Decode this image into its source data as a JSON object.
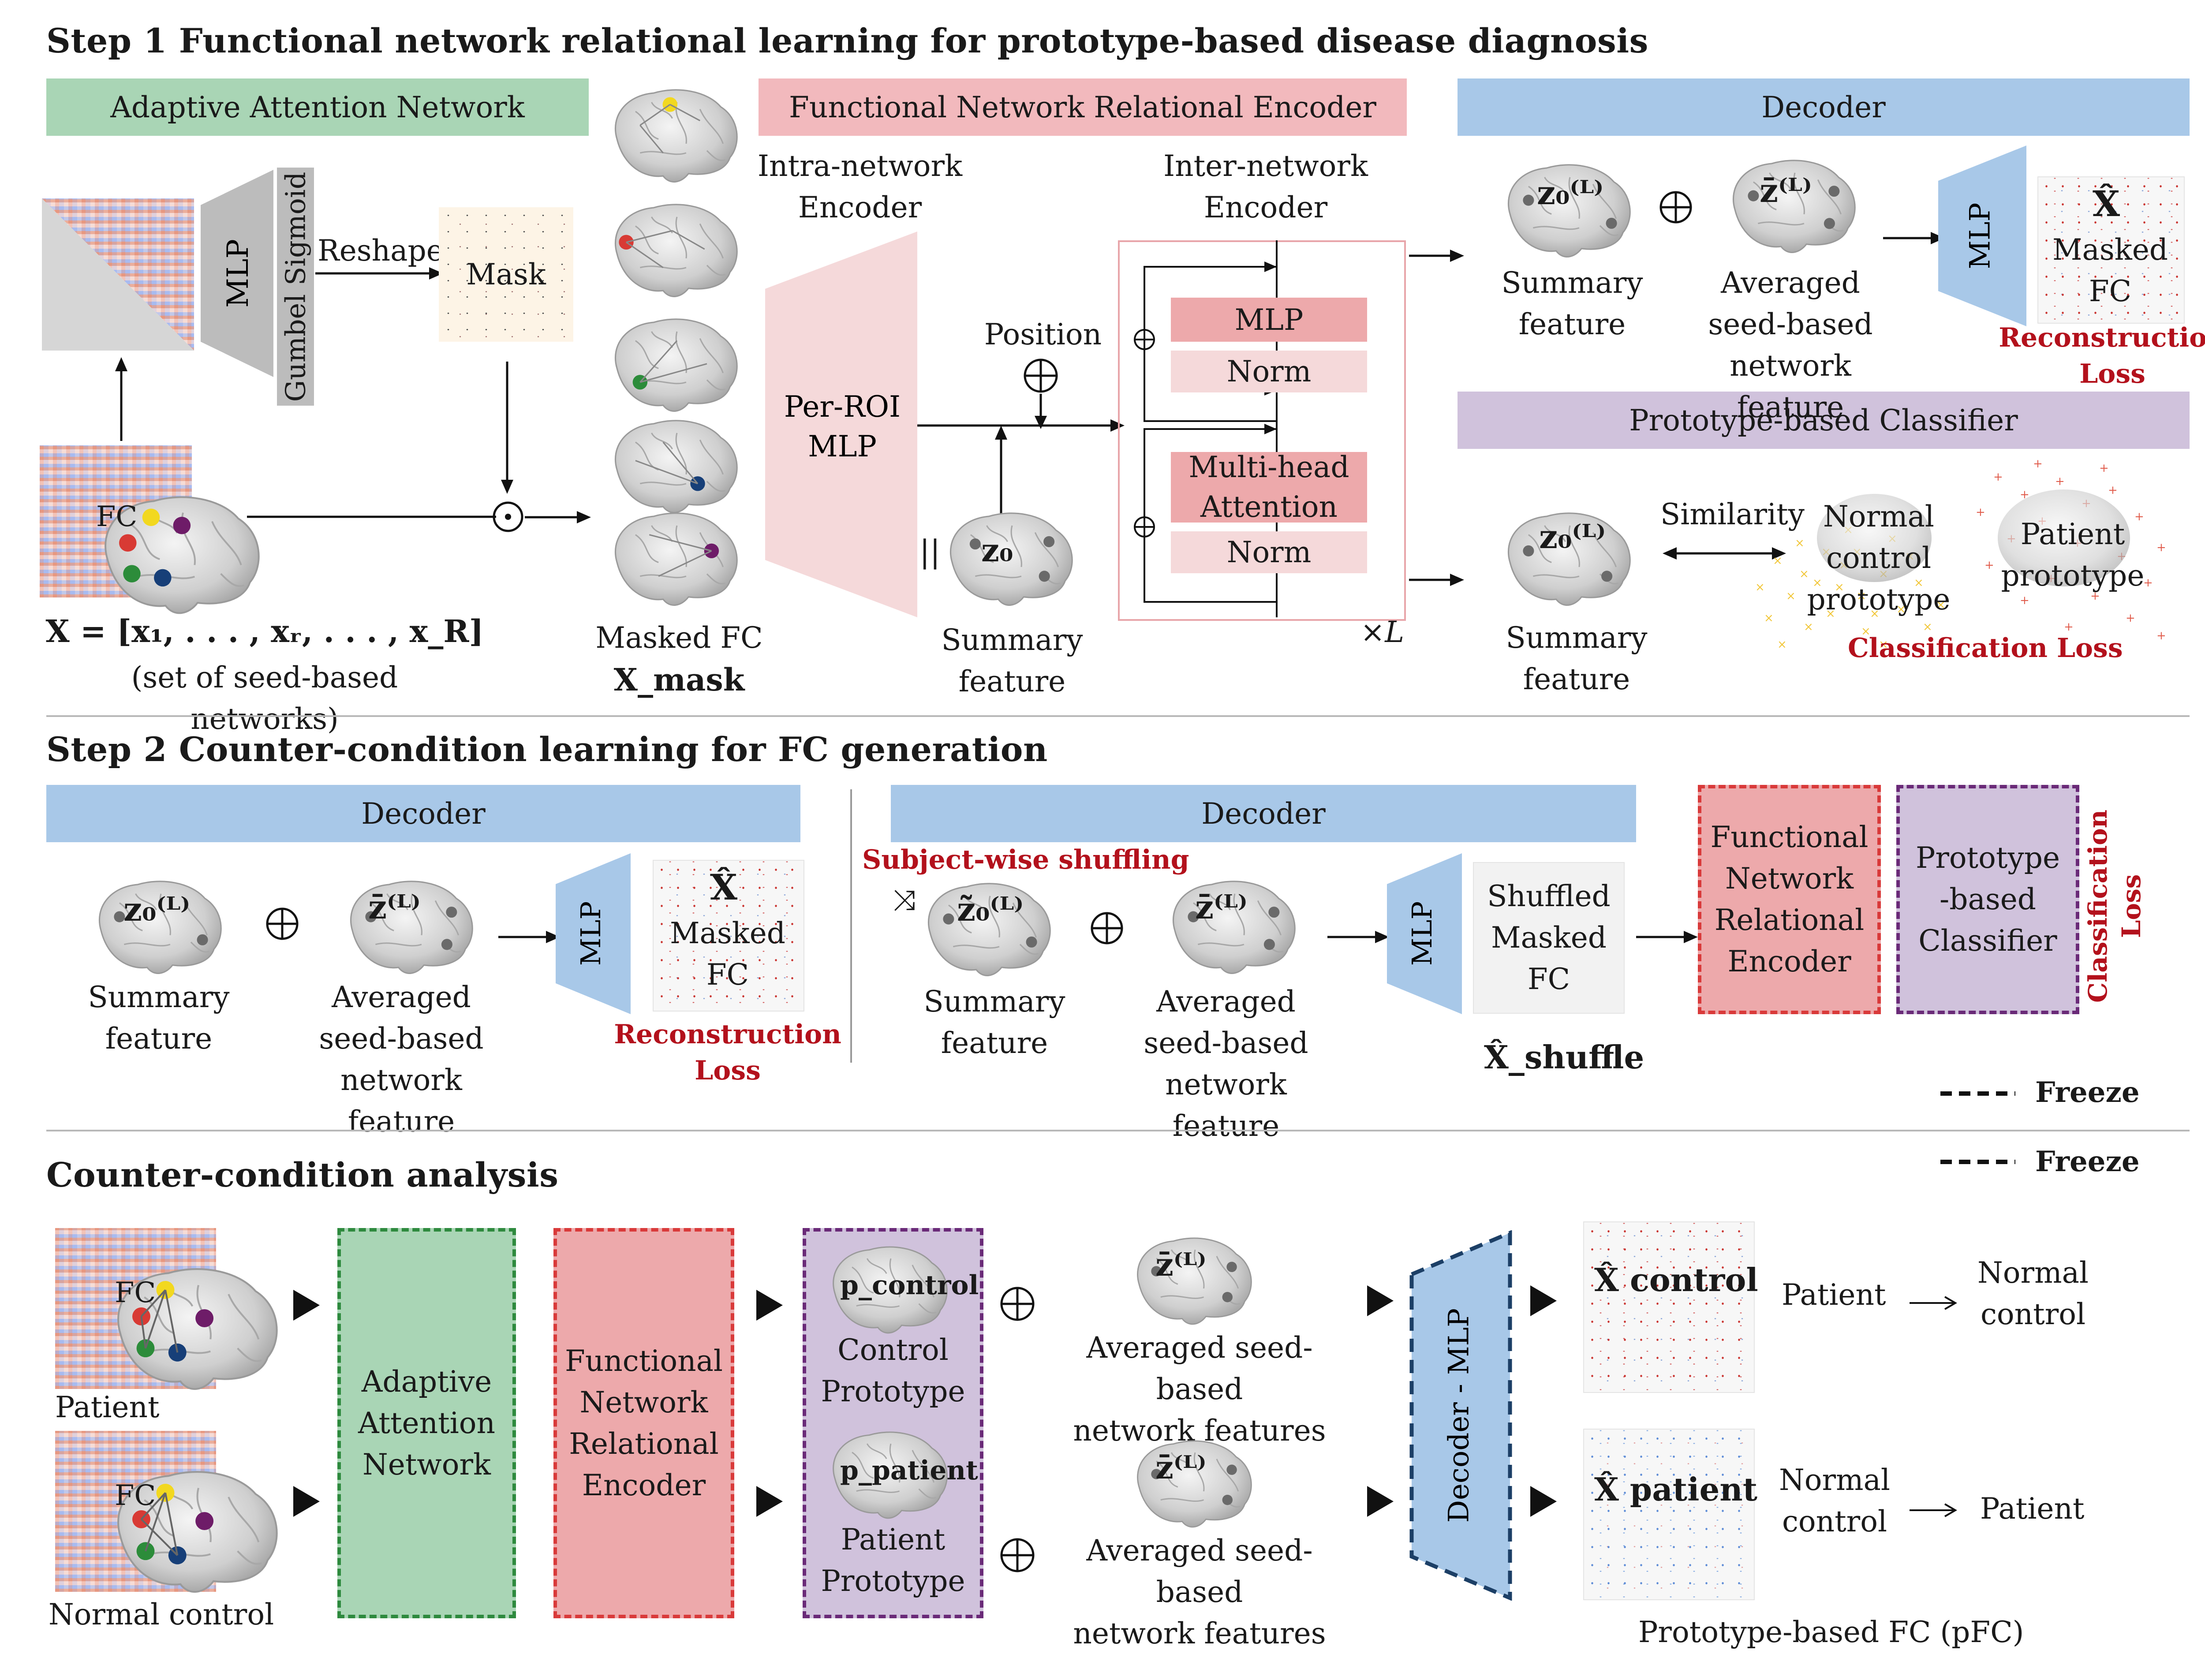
{
  "step1": {
    "title": "Step 1 Functional network relational learning for prototype-based disease diagnosis",
    "aan_bar": "Adaptive Attention Network",
    "fnre_bar": "Functional Network Relational Encoder",
    "decoder_bar": "Decoder",
    "classifier_bar": "Prototype-based Classifier",
    "mlp": "MLP",
    "gumbel": "Gumbel Sigmoid",
    "reshape": "Reshape",
    "mask": "Mask",
    "fc": "FC",
    "x_def": "X = [x₁, . . . , xᵣ, . . . , x_R]",
    "x_set": "(set of seed-based networks)",
    "masked_fc": "Masked FC",
    "x_mask": "X_mask",
    "intra": [
      "Intra-network",
      "Encoder"
    ],
    "inter": [
      "Inter-network",
      "Encoder"
    ],
    "per_roi": [
      "Per-ROI",
      "MLP"
    ],
    "position": "Position",
    "z0": "z₀",
    "summary": [
      "Summary",
      "feature"
    ],
    "block_mlp": "MLP",
    "norm": "Norm",
    "mha": [
      "Multi-head",
      "Attention"
    ],
    "times_l": "×L",
    "z0l": "z₀⁽ᴸ⁾",
    "zbar": "z̄⁽ᴸ⁾",
    "averaged": [
      "Averaged",
      "seed-based",
      "network feature"
    ],
    "xhat": "X̂",
    "masked_fc_box": [
      "Masked",
      "FC"
    ],
    "recon_loss": [
      "Reconstruction",
      "Loss"
    ],
    "similarity": "Similarity",
    "normal_proto": [
      "Normal",
      "control",
      "prototype"
    ],
    "patient_proto": [
      "Patient",
      "prototype"
    ],
    "class_loss": "Classification Loss"
  },
  "step2": {
    "title": "Step 2 Counter-condition learning for FC generation",
    "decoder": "Decoder",
    "shuffling": "Subject-wise shuffling",
    "ztilde": "z̃₀⁽ᴸ⁾",
    "shuffled": [
      "Shuffled",
      "Masked",
      "FC"
    ],
    "x_shuffle": "X̂_shuffle",
    "fnre": [
      "Functional",
      "Network",
      "Relational",
      "Encoder"
    ],
    "pbc": [
      "Prototype",
      "-based",
      "Classifier"
    ],
    "class_loss_v": [
      "Classification",
      "Loss"
    ],
    "freeze": "Freeze"
  },
  "analysis": {
    "title": "Counter-condition analysis",
    "patient": "Patient",
    "normal": "Normal control",
    "aan": [
      "Adaptive",
      "Attention",
      "Network"
    ],
    "fnre": [
      "Functional",
      "Network",
      "Relational",
      "Encoder"
    ],
    "p_control": "p_control",
    "control_proto": [
      "Control",
      "Prototype"
    ],
    "p_patient": "p_patient",
    "patient_proto": [
      "Patient",
      "Prototype"
    ],
    "avg_feats": [
      "Averaged seed-based",
      "network features"
    ],
    "decoder_mlp": "Decoder - MLP",
    "xhat_control": "X̂ control",
    "xhat_patient": "X̂ patient",
    "row1": {
      "from": "Patient",
      "to": [
        "Normal",
        "control"
      ]
    },
    "row2": {
      "from": [
        "Normal",
        "control"
      ],
      "to": "Patient"
    },
    "pfc": "Prototype-based FC (pFC)"
  },
  "colors": {
    "green": "#a9d5b5",
    "pink": "#f2b9bd",
    "pink_light": "#f5d9da",
    "blue": "#a8c8e8",
    "purple": "#d0c2dc",
    "salmon": "#eda9ab",
    "loss_red": "#b3111c",
    "roi": [
      "#f2d81f",
      "#d83a34",
      "#2c8c3a",
      "#173f78",
      "#6e1c68"
    ]
  }
}
